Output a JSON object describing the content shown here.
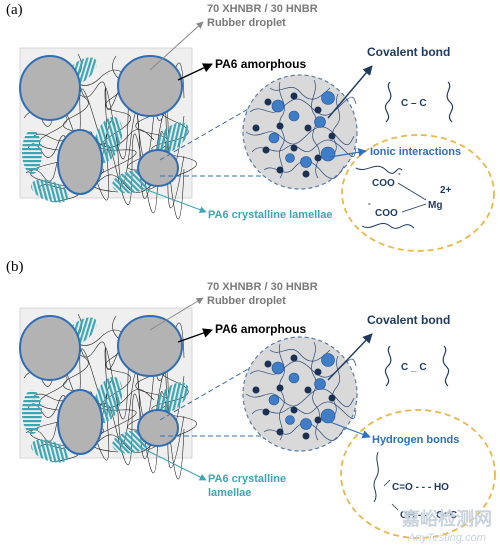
{
  "panels": [
    {
      "label": "(a)",
      "top_label_1": "70 XHNBR / 30 HNBR",
      "top_label_2": "Rubber droplet",
      "amorphous_label": "PA6 amorphous",
      "covalent_label": "Covalent bond",
      "covalent_formula": "C – C",
      "interaction_label": "Ionic interactions",
      "crystalline_label_1": "PA6 crystalline lamellae",
      "crystalline_label_2": "",
      "chem": {
        "coo1": "COO",
        "minus1": "-",
        "charge": "2+",
        "coo2": "COO",
        "minus2": "-",
        "mg": "Mg"
      }
    },
    {
      "label": "(b)",
      "top_label_1": "70 XHNBR / 30 HNBR",
      "top_label_2": "Rubber droplet",
      "amorphous_label": "PA6 amorphous",
      "covalent_label": "Covalent bond",
      "covalent_formula": "C _ C",
      "interaction_label": "Hydrogen bonds",
      "crystalline_label_1": "PA6 crystalline",
      "crystalline_label_2": "lamellae",
      "chem": {
        "line1": "C=O - - - HO",
        "line2": "OH - - - O=C"
      }
    }
  ],
  "watermark": {
    "chinese": "嘉峪检测网",
    "english": "AnyTesting.com"
  },
  "colors": {
    "droplet_fill": "#b3b3b3",
    "droplet_stroke": "#2f6db5",
    "lamellae": "#3aa6b6",
    "navy": "#1f3a5f",
    "dash_circle": "#e8b84a",
    "zoom_fill": "#d9d9d9"
  }
}
